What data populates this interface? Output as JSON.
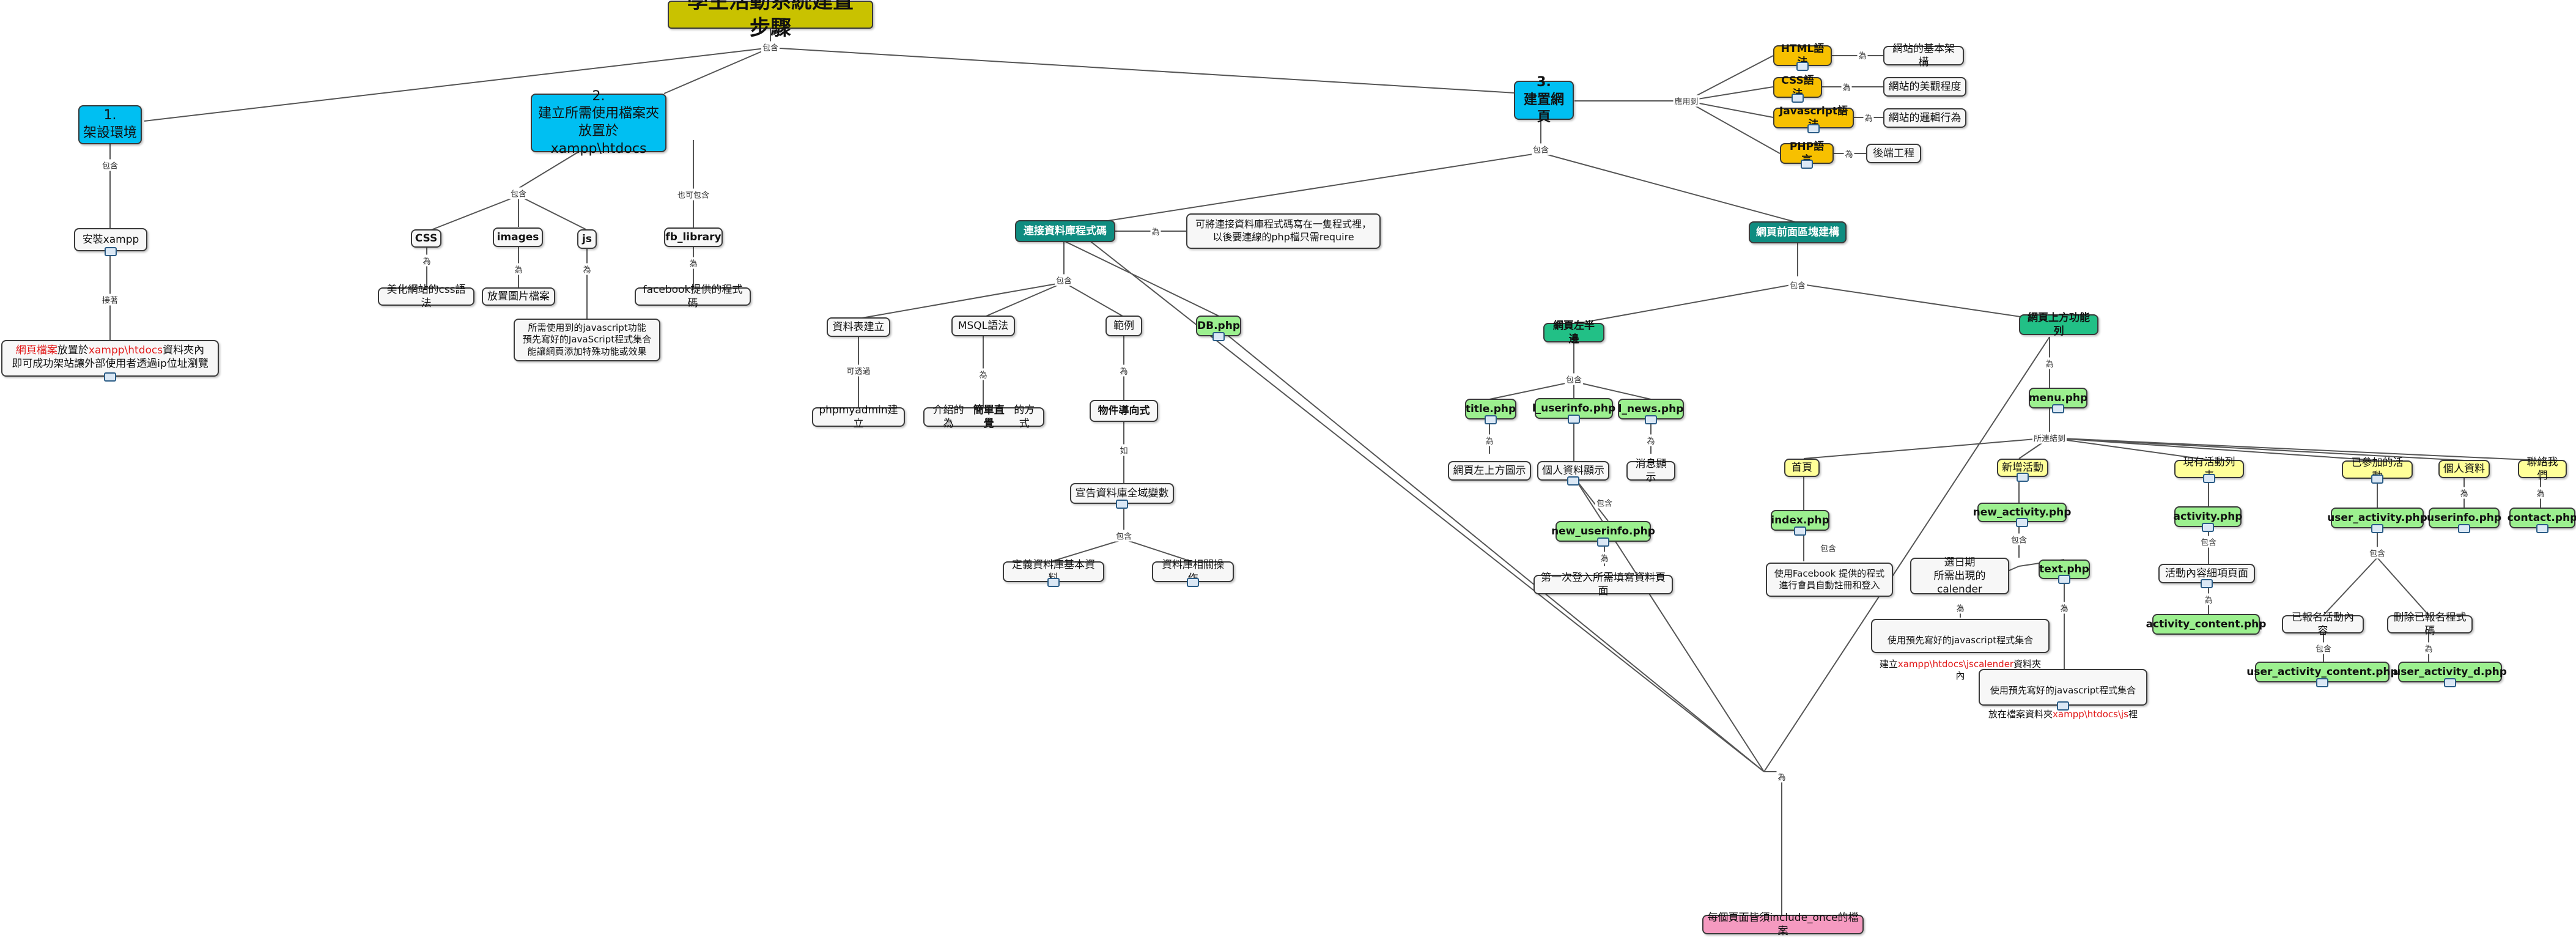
{
  "title": "學生活動系統建置步驟",
  "nodes": {
    "s1": "1.\n架設環境",
    "s2": "2.\n建立所需使用檔案夾\n放置於 xampp\\htdocs",
    "s3": "3.\n建置網頁",
    "xampp": "安裝xampp",
    "put_pre": "網頁檔案",
    "put_mid": "放置於",
    "put_path": "xampp\\htdocs",
    "put_post": "資料夾內",
    "put_line2": "即可成功架站讓外部使用者透過ip位址瀏覽",
    "css": "CSS",
    "images": "images",
    "js": "js",
    "fb_library": "fb_library",
    "css_desc": "美化網站的css語法",
    "images_desc": "放置圖片檔案",
    "js_desc": "所需使用到的javascript功能\n預先寫好的JavaScript程式集合\n能讓網頁添加特殊功能或效果",
    "fb_desc": "facebook提供的程式碼",
    "html_lang": "HTML語法",
    "css_lang": "CSS語法",
    "js_lang": "Javascript語法",
    "php_lang": "PHP語言",
    "html_desc": "網站的基本架構",
    "css_lang_desc": "網站的美觀程度",
    "js_lang_desc": "網站的邏輯行為",
    "php_desc": "後端工程",
    "db_conn": "連接資料庫程式碼",
    "db_note": "可將連接資料庫程式碼寫在一隻程式裡，\n以後要連線的php檔只需require",
    "table_build": "資料表建立",
    "mysql": "MSQL語法",
    "example": "範例",
    "db_php": "DB.php",
    "phpmyadmin": "phpmyadmin建立",
    "mysql_pre": "介紹的為",
    "mysql_bold": "簡單直覺",
    "mysql_post": "的方式",
    "oop": "物件導向式",
    "global_var": "宣告資料庫全域變數",
    "def_db": "定義資料庫基本資料",
    "db_ops": "資料庫相關操作",
    "front": "網頁前面區塊建構",
    "left_half": "網頁左半邊",
    "top_menu": "網頁上方功能列",
    "title_php": "title.php",
    "l_userinfo": "l_userinfo.php",
    "l_news": "l_news.php",
    "title_desc": "網頁左上方圖示",
    "user_desc": "個人資料顯示",
    "news_desc": "消息顯示",
    "new_userinfo": "new_userinfo.php",
    "first_login": "第一次登入所需填寫資料頁面",
    "menu_php": "menu.php",
    "home": "首頁",
    "new_act": "新增活動",
    "act_list": "現有活動列表",
    "joined": "已參加的活動",
    "personal": "個人資料",
    "contact": "聯絡我們",
    "index_php": "index.php",
    "new_activity_php": "new_activity.php",
    "activity_php": "activity.php",
    "user_activity_php": "user_activity.php",
    "userinfo_php": "userinfo.php",
    "contact_php": "contact.php",
    "fb_login": "使用Facebook 提供的程式\n進行會員自動註冊和登入",
    "select_date": "選日期\n所需出現的calender",
    "text_php": "text.php",
    "act_content": "活動內容細項頁面",
    "activity_content_php": "activity_content.php",
    "registered": "已報名活動內容",
    "delete_reg": "刪除已報名程式碼",
    "user_activity_content_php": "user_activity_content.php",
    "user_activity_d_php": "user_activity_d.php",
    "cal_line1": "使用預先寫好的javascript程式集合",
    "cal_pre": "建立",
    "cal_path": "xampp\\htdocs\\jscalender",
    "cal_post": "資料夾內",
    "jsfile_line1": "使用預先寫好的javascript程式集合",
    "jsfile_pre": "放在檔案資料夾",
    "jsfile_path": "xampp\\htdocs\\js",
    "jsfile_post": "裡",
    "include_once": "每個頁面皆須include_once的檔案"
  },
  "link_labels": {
    "contains": "包含",
    "next": "接著",
    "may_contain": "也可包含",
    "is": "為",
    "apply": "應用到",
    "can_use": "可透過",
    "as": "如",
    "menu_is": "所連結到"
  }
}
